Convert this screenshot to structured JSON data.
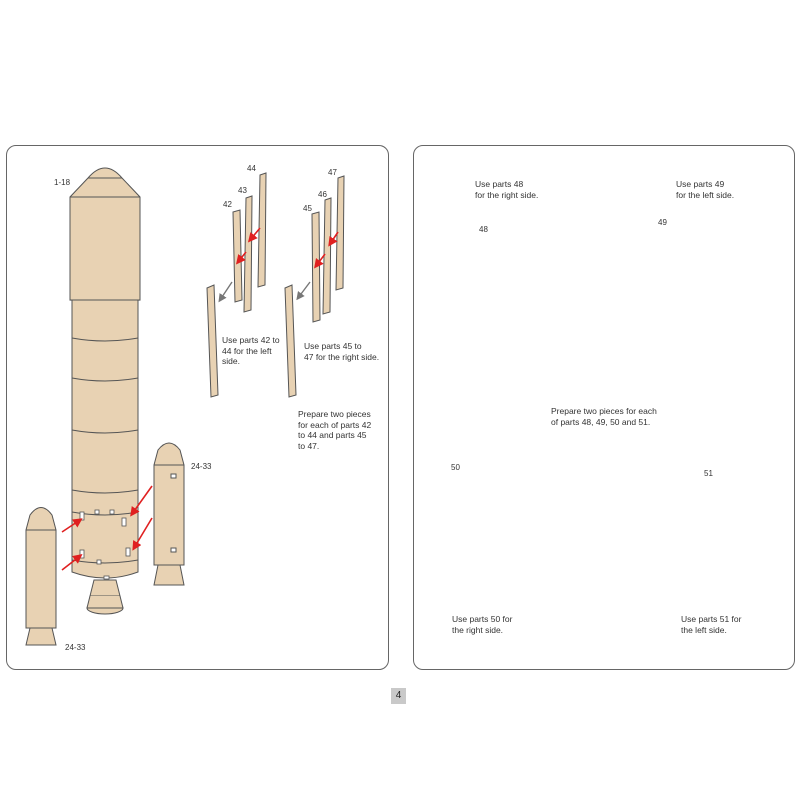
{
  "left": {
    "labels": {
      "p1_18": "1-18",
      "p24_33_right": "24-33",
      "p24_33_left": "24-33",
      "p42": "42",
      "p43": "43",
      "p44": "44",
      "p45": "45",
      "p46": "46",
      "p47": "47"
    },
    "notes": {
      "left_side": "Use parts 42 to\n44 for the left\nside.",
      "right_side": "Use parts 45 to\n47 for the right side.",
      "prepare": "Prepare two pieces\nfor each of parts 42\nto 44 and parts 45\nto 47."
    }
  },
  "right": {
    "labels": {
      "p48": "48",
      "p49": "49",
      "p50": "50",
      "p51": "51"
    },
    "notes": {
      "use48": "Use parts 48\nfor the right side.",
      "use49": "Use parts 49\nfor the left side.",
      "prepare": "Prepare two pieces for each\nof parts 48, 49, 50 and 51.",
      "use50": "Use parts 50 for\nthe right side.",
      "use51": "Use parts 51 for\nthe left side."
    }
  },
  "page_number": "4",
  "colors": {
    "tan": "#e8d2b3",
    "outline": "#555555",
    "arrow_red": "#e02020",
    "arrow_gray": "#777777",
    "dot_green": "#3aa845"
  }
}
